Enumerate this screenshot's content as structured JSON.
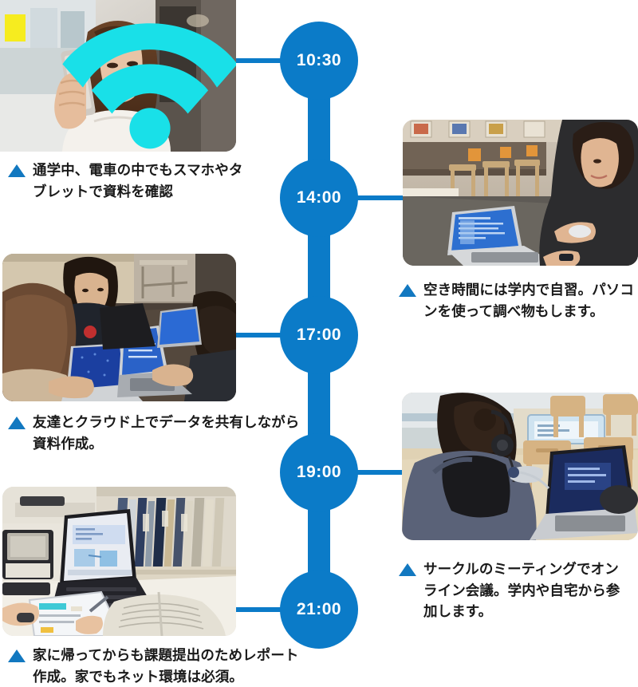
{
  "theme": {
    "accent": "#0b7bc8",
    "triangle": "#1278c0",
    "wifi": "#19e0e8",
    "text": "#1a1a1a",
    "node_text": "#ffffff"
  },
  "timeline": {
    "nodes": [
      {
        "time": "10:30",
        "side": "left"
      },
      {
        "time": "14:00",
        "side": "right"
      },
      {
        "time": "17:00",
        "side": "left"
      },
      {
        "time": "19:00",
        "side": "right"
      },
      {
        "time": "21:00",
        "side": "left"
      }
    ]
  },
  "entries": [
    {
      "time": "10:30",
      "side": "left",
      "photo_alt": "train-commute-smartphone-photo",
      "overlay_icon": "wifi-icon",
      "caption": "通学中、電車の中でもスマホやタブレットで資料を確認"
    },
    {
      "time": "14:00",
      "side": "right",
      "photo_alt": "campus-cafeteria-laptop-photo",
      "caption": "空き時間には学内で自習。パソコンを使って調べ物もします。"
    },
    {
      "time": "17:00",
      "side": "left",
      "photo_alt": "group-study-laptops-photo",
      "caption": "友達とクラウド上でデータを共有しながら資料作成。"
    },
    {
      "time": "19:00",
      "side": "right",
      "photo_alt": "online-meeting-headset-photo",
      "caption": "サークルのミーティングでオンライン会議。学内や自宅から参加します。"
    },
    {
      "time": "21:00",
      "side": "left",
      "photo_alt": "home-desk-laptop-tablet-photo",
      "caption": "家に帰ってからも課題提出のためレポート作成。家でもネット環境は必須。"
    }
  ]
}
